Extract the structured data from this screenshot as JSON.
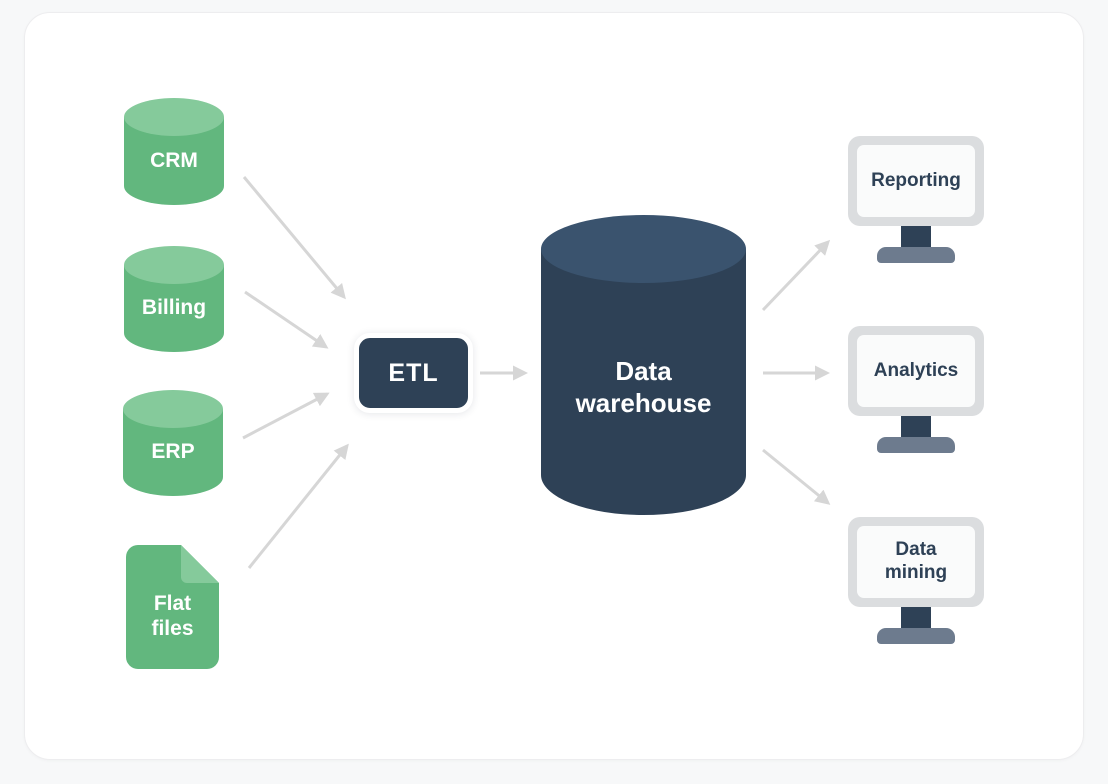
{
  "diagram": {
    "title_implicit": "Data warehouse architecture",
    "sources": [
      {
        "label": "CRM",
        "icon": "database-cylinder-icon"
      },
      {
        "label": "Billing",
        "icon": "database-cylinder-icon"
      },
      {
        "label": "ERP",
        "icon": "database-cylinder-icon"
      },
      {
        "label": "Flat files",
        "icon": "document-icon"
      }
    ],
    "etl": {
      "label": "ETL"
    },
    "warehouse": {
      "label": "Data warehouse"
    },
    "outputs": [
      {
        "label": "Reporting",
        "icon": "monitor-icon"
      },
      {
        "label": "Analytics",
        "icon": "monitor-icon"
      },
      {
        "label": "Data mining",
        "icon": "monitor-icon"
      }
    ],
    "connections": [
      "CRM → ETL",
      "Billing → ETL",
      "ERP → ETL",
      "Flat files → ETL",
      "ETL → Data warehouse",
      "Data warehouse → Reporting",
      "Data warehouse → Analytics",
      "Data warehouse → Data mining"
    ],
    "colors": {
      "source_green": "#62b77e",
      "source_green_light": "#85ca9b",
      "navy": "#2e4156",
      "navy_light": "#3a536e",
      "arrow_gray": "#d6d6d6",
      "monitor_frame": "#dbdddf",
      "monitor_screen": "#fafbfb",
      "monitor_base": "#6d7b8e",
      "card_background": "#ffffff",
      "page_background": "#f7f8f9"
    }
  }
}
